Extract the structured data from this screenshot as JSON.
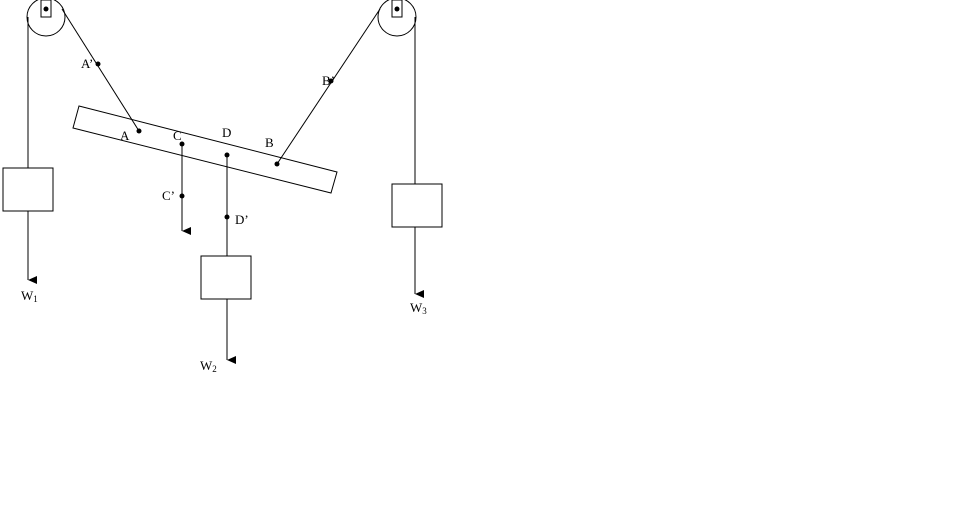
{
  "labels": {
    "A_prime": "A’",
    "A": "A",
    "C": "C",
    "D": "D",
    "B": "B",
    "B_prime": "B’",
    "C_prime": "C’",
    "D_prime": "D’",
    "W1": "W",
    "W1_sub": "1",
    "W2": "W",
    "W2_sub": "2",
    "W3": "W",
    "W3_sub": "3"
  },
  "colors": {
    "line": "#000000",
    "background": "#ffffff"
  }
}
